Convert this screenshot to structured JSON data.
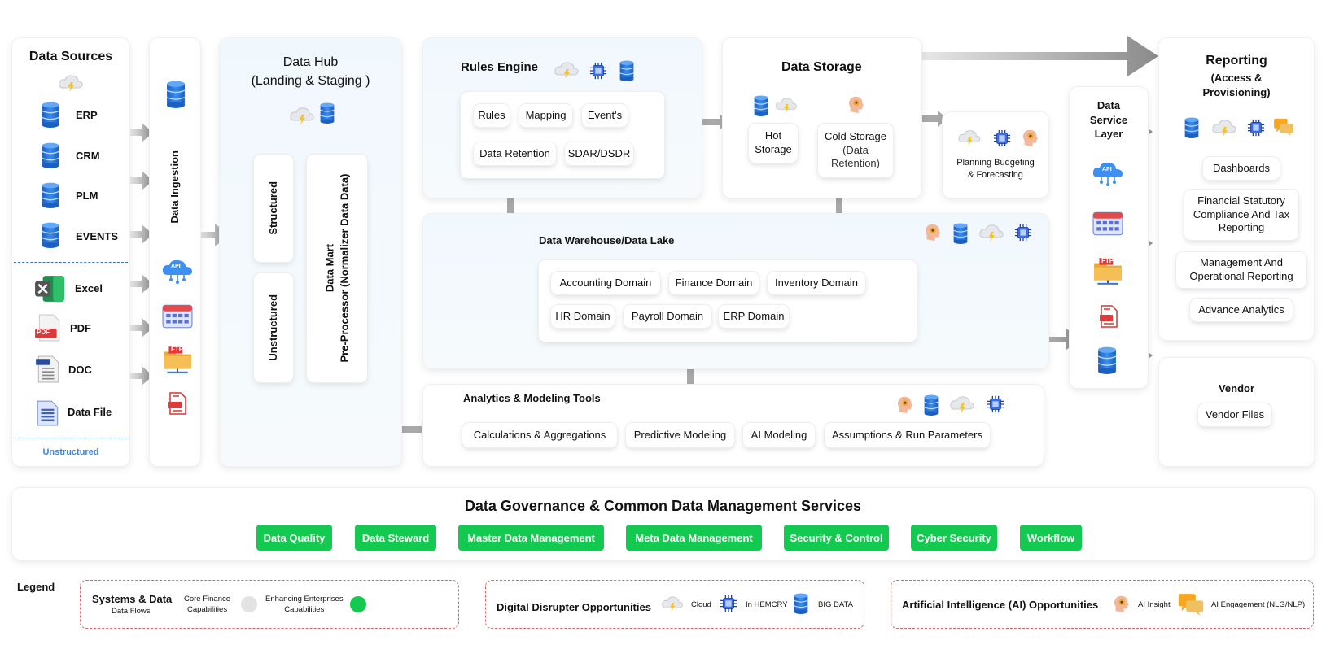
{
  "data_sources": {
    "title": "Data Sources",
    "items": [
      "ERP",
      "CRM",
      "PLM",
      "EVENTS"
    ],
    "unstructured_items": [
      "Excel",
      "PDF",
      "DOC",
      "Data File"
    ],
    "unstructured_label": "Unstructured",
    "pdf_badge": "PDF"
  },
  "ingestion": {
    "title": "Data Ingestion"
  },
  "hub": {
    "title_line1": "Data Hub",
    "title_line2": "(Landing & Staging )",
    "structured": "Structured",
    "unstructured": "Unstructured",
    "mart_line1": "Data Mart",
    "mart_line2": "Pre-Processor (Normalizer Data Data)"
  },
  "rules": {
    "title": "Rules Engine",
    "items_row1": [
      "Rules",
      "Mapping",
      "Event's"
    ],
    "items_row2": [
      "Data Retention",
      "SDAR/DSDR"
    ]
  },
  "storage": {
    "title": "Data Storage",
    "hot_line1": "Hot",
    "hot_line2": "Storage",
    "cold_line1": "Cold Storage",
    "cold_line2": "(Data",
    "cold_line3": "Retention)"
  },
  "planning": {
    "line1": "Planning Budgeting",
    "line2": "& Forecasting"
  },
  "warehouse": {
    "title": "Data Warehouse/Data Lake",
    "row1": [
      "Accounting Domain",
      "Finance Domain",
      "Inventory Domain"
    ],
    "row2": [
      "HR Domain",
      "Payroll Domain",
      "ERP Domain"
    ]
  },
  "analytics": {
    "title": "Analytics & Modeling Tools",
    "items": [
      "Calculations & Aggregations",
      "Predictive Modeling",
      "AI Modeling",
      "Assumptions & Run Parameters"
    ]
  },
  "service_layer": {
    "line1": "Data",
    "line2": "Service",
    "line3": "Layer"
  },
  "reporting": {
    "title": "Reporting",
    "subtitle_line1": "(Access &",
    "subtitle_line2": "Provisioning)",
    "dashboards": "Dashboards",
    "fin_line1": "Financial Statutory",
    "fin_line2": "Compliance And Tax",
    "fin_line3": "Reporting",
    "mgmt_line1": "Management And",
    "mgmt_line2": "Operational Reporting",
    "advance": "Advance Analytics"
  },
  "vendor": {
    "title": "Vendor",
    "files": "Vendor Files"
  },
  "governance": {
    "title": "Data Governance & Common Data Management Services",
    "buttons": [
      "Data Quality",
      "Data Steward",
      "Master Data Management",
      "Meta Data Management",
      "Security & Control",
      "Cyber Security",
      "Workflow"
    ],
    "button_color": "#14c94f"
  },
  "legend": {
    "label": "Legend",
    "systems_title": "Systems & Data",
    "systems_sub": "Data Flows",
    "core_line1": "Core Finance",
    "core_line2": "Capabilities",
    "enh_line1": "Enhancing Enterprises",
    "enh_line2": "Capabilities",
    "digital_title": "Digital Disrupter Opportunities",
    "cloud": "Cloud",
    "hemcry": "In HEMCRY",
    "bigdata": "BIG DATA",
    "ai_title": "Artificial Intelligence (AI) Opportunities",
    "ai_insight": "AI Insight",
    "ai_engagement": "AI Engagement (NLG/NLP)"
  },
  "icon_badges": {
    "api": "API",
    "ftp": "FTP"
  },
  "colors": {
    "accent_blue": "#2c6fd1",
    "green": "#14c94f",
    "legend_border": "#e06262",
    "arrow_gray": "#8f8f8f"
  }
}
